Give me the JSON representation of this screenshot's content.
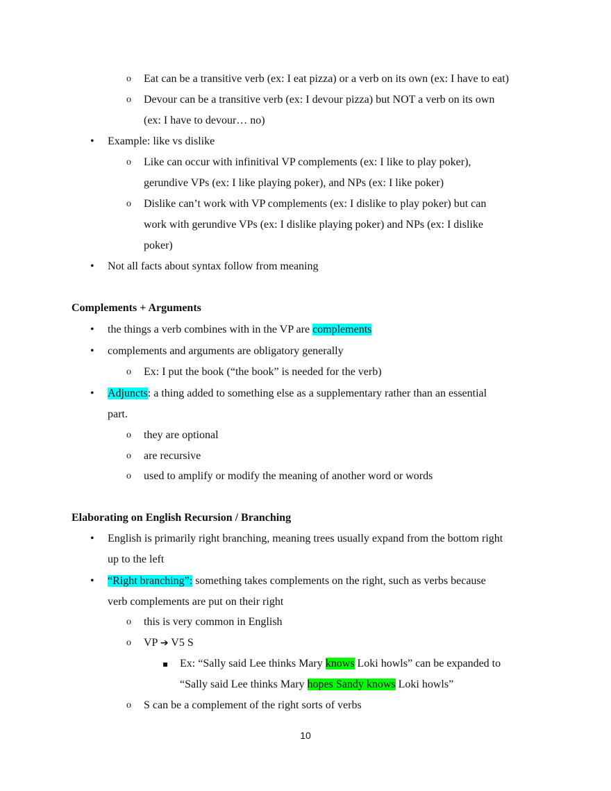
{
  "glyphs": {
    "disc": "•",
    "circle": "o",
    "square": "▪"
  },
  "lines": {
    "l1": "Eat can be a transitive verb (ex: I eat pizza) or a verb on its own (ex: I have to eat)",
    "l2": "Devour can be a transitive verb (ex: I devour pizza) but NOT a verb on its own",
    "l3": "(ex: I have to devour… no)",
    "l4": "Example: like vs dislike",
    "l5": "Like can occur with infinitival VP complements (ex: I like to play poker),",
    "l6": "gerundive VPs (ex: I like playing poker), and NPs (ex: I like poker)",
    "l7": "Dislike can’t work with VP complements (ex: I dislike to play poker) but can",
    "l8": "work with gerundive VPs (ex: I dislike playing poker) and NPs (ex: I dislike",
    "l9": "poker)",
    "l10": "Not all facts about syntax follow from meaning",
    "h1": "Complements + Arguments",
    "l11a": "the things a verb combines with in the VP are ",
    "l11b": "complements",
    "l12": "complements and arguments are obligatory generally",
    "l13": "Ex: I put the book (“the book” is needed for the verb)",
    "l14a": "Adjuncts",
    "l14b": ": a thing added to something else as a supplementary rather than an essential",
    "l15": "part.",
    "l16": "they are optional",
    "l17": "are recursive",
    "l18": "used to amplify or modify the meaning of another word or words",
    "h2": "Elaborating on English Recursion / Branching",
    "l19": "English is primarily right branching, meaning trees usually expand from the bottom right",
    "l20": "up to the left",
    "l21a": "“Right branching”:",
    "l21b": " something takes complements on the right, such as verbs because",
    "l22": "verb complements are put on their right",
    "l23": "this is very common in English",
    "l24a": "VP ",
    "l24arrow": "➔",
    "l24b": " V5 S",
    "l25a": "Ex: “Sally said Lee thinks Mary ",
    "l25b": "knows",
    "l25c": " Loki howls” can be expanded to",
    "l26a": "“Sally said Lee thinks Mary ",
    "l26b": "hopes Sandy knows",
    "l26c": " Loki howls”",
    "l27": "S can be a complement of the right sorts of verbs"
  },
  "page_number": "10"
}
